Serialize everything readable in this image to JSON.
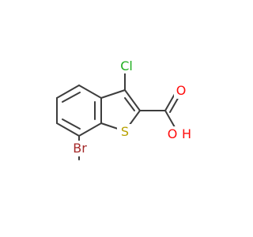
{
  "molecule": {
    "atoms": {
      "cl": {
        "symbol": "Cl",
        "color": "#1fae1f"
      },
      "br": {
        "symbol": "Br",
        "color": "#a52a2a"
      },
      "s": {
        "symbol": "S",
        "color": "#b8a100"
      },
      "o_carbonyl": {
        "symbol": "O",
        "color": "#ff0d0d"
      },
      "o_hydroxyl": {
        "symbol": "O",
        "color": "#ff0d0d"
      },
      "h_hydroxyl": {
        "symbol": "H",
        "color": "#ff0d0d"
      }
    },
    "bond_color": "#3d3d3d"
  }
}
